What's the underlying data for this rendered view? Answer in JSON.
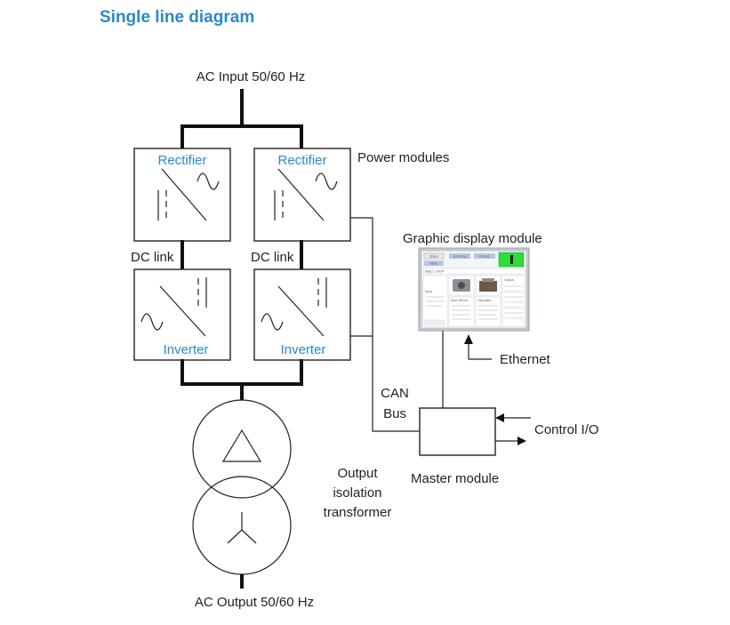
{
  "title": "Single line diagram",
  "labels": {
    "ac_input": "AC Input 50/60 Hz",
    "power_modules": "Power modules",
    "rectifier": "Rectifier",
    "dc_link": "DC link",
    "inverter": "Inverter",
    "graphic_display": "Graphic display module",
    "ethernet": "Ethernet",
    "can_line1": "CAN",
    "can_line2": "Bus",
    "control_io": "Control I/O",
    "master_module": "Master module",
    "transformer_line1": "Output",
    "transformer_line2": "isolation",
    "transformer_line3": "transformer",
    "ac_output": "AC Output 50/60 Hz"
  },
  "display_screen": {
    "tabs": [
      "Status",
      "Event log",
      "Product"
    ],
    "subtab": "Menu",
    "status_line": "Status: STOP",
    "panels": [
      "Input",
      "Sync Server",
      "Operation",
      "Output"
    ]
  },
  "colors": {
    "accent": "#2b8ac6",
    "line": "#222222",
    "screen_green": "#2fdc3a"
  }
}
